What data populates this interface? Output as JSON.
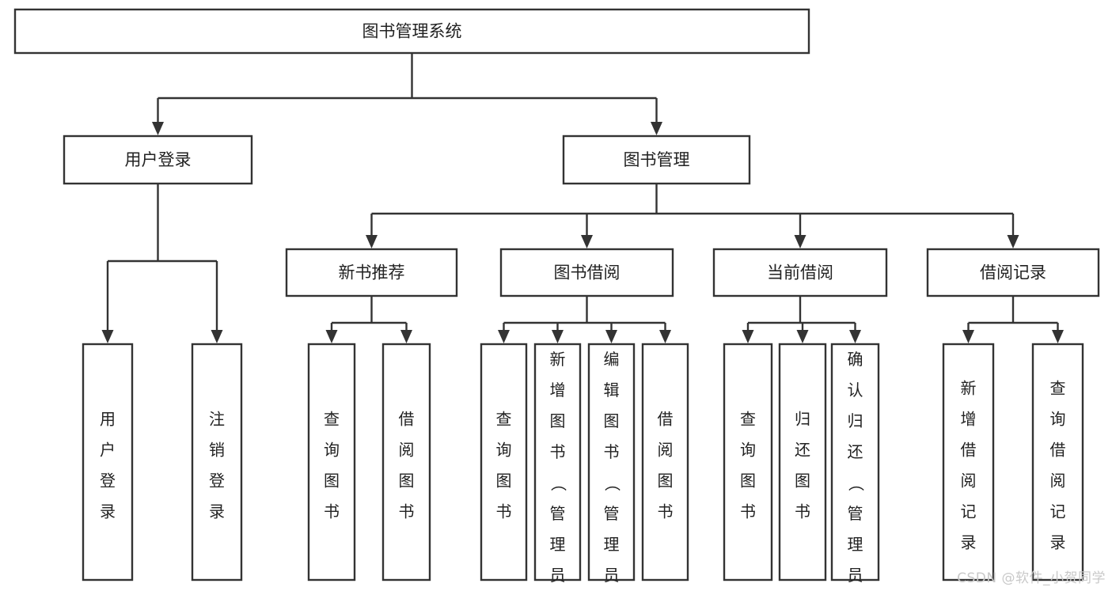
{
  "diagram": {
    "title": "图书管理系统",
    "type": "tree",
    "orientation": "top-down",
    "colors": {
      "background": "#ffffff",
      "box_stroke": "#333333",
      "box_fill": "#ffffff",
      "text": "#222222",
      "connector": "#333333",
      "watermark": "#c9c9c9"
    },
    "root": {
      "id": "root",
      "label": "图书管理系统",
      "orientation": "horizontal"
    },
    "level1": [
      {
        "id": "user-login",
        "label": "用户登录",
        "orientation": "horizontal"
      },
      {
        "id": "book-manage",
        "label": "图书管理",
        "orientation": "horizontal"
      }
    ],
    "level2": [
      {
        "id": "new-book-recommend",
        "label": "新书推荐",
        "parent": "book-manage",
        "orientation": "horizontal"
      },
      {
        "id": "book-borrow",
        "label": "图书借阅",
        "parent": "book-manage",
        "orientation": "horizontal"
      },
      {
        "id": "current-borrow",
        "label": "当前借阅",
        "parent": "book-manage",
        "orientation": "horizontal"
      },
      {
        "id": "borrow-record",
        "label": "借阅记录",
        "parent": "book-manage",
        "orientation": "horizontal"
      }
    ],
    "leaves": [
      {
        "id": "leaf-user-login",
        "label": "用户登录",
        "parent": "user-login",
        "orientation": "vertical"
      },
      {
        "id": "leaf-user-logout",
        "label": "注销登录",
        "parent": "user-login",
        "orientation": "vertical"
      },
      {
        "id": "leaf-query-book-1",
        "label": "查询图书",
        "parent": "new-book-recommend",
        "orientation": "vertical"
      },
      {
        "id": "leaf-borrow-book-1",
        "label": "借阅图书",
        "parent": "new-book-recommend",
        "orientation": "vertical"
      },
      {
        "id": "leaf-query-book-2",
        "label": "查询图书",
        "parent": "book-borrow",
        "orientation": "vertical"
      },
      {
        "id": "leaf-add-book",
        "label": "新增图书（管理员）",
        "parent": "book-borrow",
        "orientation": "vertical"
      },
      {
        "id": "leaf-edit-book",
        "label": "编辑图书（管理员）",
        "parent": "book-borrow",
        "orientation": "vertical"
      },
      {
        "id": "leaf-borrow-book-2",
        "label": "借阅图书",
        "parent": "book-borrow",
        "orientation": "vertical"
      },
      {
        "id": "leaf-query-book-3",
        "label": "查询图书",
        "parent": "current-borrow",
        "orientation": "vertical"
      },
      {
        "id": "leaf-return-book",
        "label": "归还图书",
        "parent": "current-borrow",
        "orientation": "vertical"
      },
      {
        "id": "leaf-confirm-return",
        "label": "确认归还（管理员）",
        "parent": "current-borrow",
        "orientation": "vertical"
      },
      {
        "id": "leaf-add-record",
        "label": "新增借阅记录",
        "parent": "borrow-record",
        "orientation": "vertical"
      },
      {
        "id": "leaf-query-record",
        "label": "查询借阅记录",
        "parent": "borrow-record",
        "orientation": "vertical"
      }
    ],
    "watermark": "CSDN @软件_小贺同学"
  }
}
